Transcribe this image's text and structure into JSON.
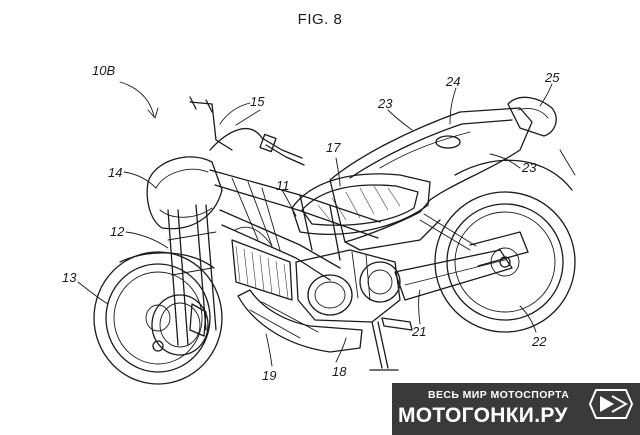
{
  "figure": {
    "title": "FIG. 8",
    "assembly_ref": "10B"
  },
  "parts": [
    {
      "id": "11",
      "label": "11"
    },
    {
      "id": "12",
      "label": "12"
    },
    {
      "id": "13",
      "label": "13"
    },
    {
      "id": "14",
      "label": "14"
    },
    {
      "id": "15",
      "label": "15"
    },
    {
      "id": "17",
      "label": "17"
    },
    {
      "id": "18",
      "label": "18"
    },
    {
      "id": "19",
      "label": "19"
    },
    {
      "id": "21",
      "label": "21"
    },
    {
      "id": "22",
      "label": "22"
    },
    {
      "id": "23a",
      "label": "23"
    },
    {
      "id": "23b",
      "label": "23"
    },
    {
      "id": "24",
      "label": "24"
    },
    {
      "id": "25",
      "label": "25"
    }
  ],
  "watermark": {
    "line1": "ВЕСЬ МИР МОТОСПОРТА",
    "line2": "МОТОГОНКИ.РУ"
  }
}
